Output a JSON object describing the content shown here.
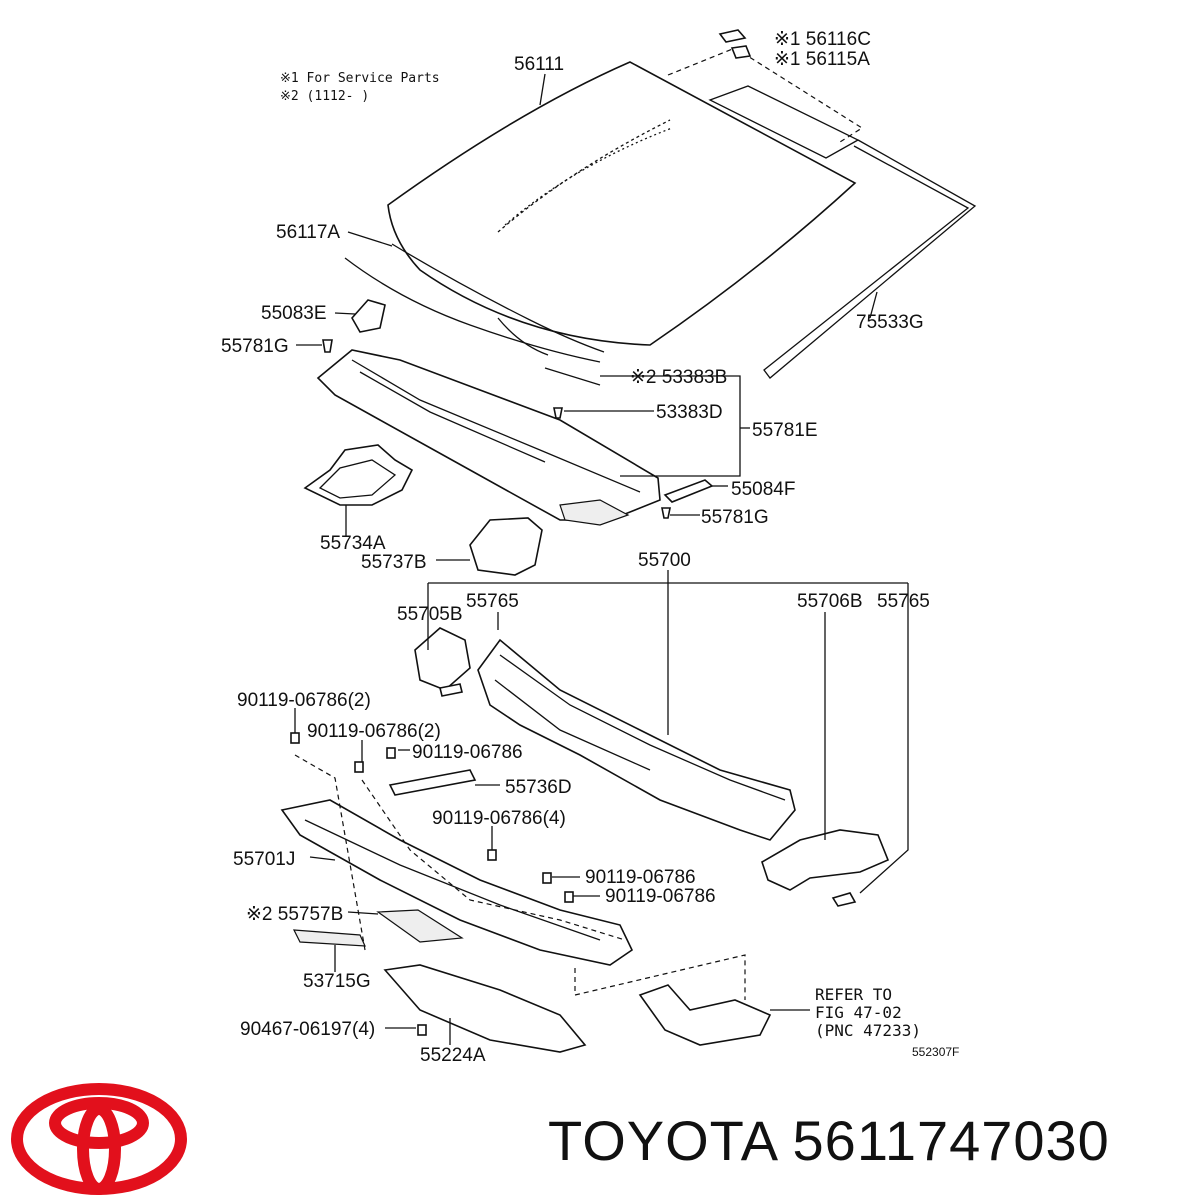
{
  "notes": {
    "line1": "※1 For Service Parts",
    "line2": "※2 (1112-      )"
  },
  "labels": {
    "p56116C": "※1 56116C",
    "p56115A": "※1 56115A",
    "p56111": "56111",
    "p56117A": "56117A",
    "p75533G": "75533G",
    "p55083E": "55083E",
    "p55781G_a": "55781G",
    "p53383B": "※2 53383B",
    "p53383D": "53383D",
    "p55781E": "55781E",
    "p55084F": "55084F",
    "p55781G_b": "55781G",
    "p55734A": "55734A",
    "p55737B": "55737B",
    "p55700": "55700",
    "p55705B": "55705B",
    "p55765_a": "55765",
    "p55706B": "55706B",
    "p55765_b": "55765",
    "p90119_2a": "90119-06786(2)",
    "p90119_2b": "90119-06786(2)",
    "p90119_a": "90119-06786",
    "p55736D": "55736D",
    "p90119_4": "90119-06786(4)",
    "p55701J": "55701J",
    "p90119_b": "90119-06786",
    "p90119_c": "90119-06786",
    "p55757B": "※2 55757B",
    "p53715G": "53715G",
    "p90467": "90467-06197(4)",
    "p55224A": "55224A"
  },
  "refer": {
    "line1": "REFER TO",
    "line2": "FIG 47-02",
    "line3": "(PNC 47233)"
  },
  "figure_code": "552307F",
  "brand": {
    "text": "TOYOTA 5611747030",
    "logo_color": "#e2101c",
    "logo_icon": "toyota-logo-icon"
  }
}
